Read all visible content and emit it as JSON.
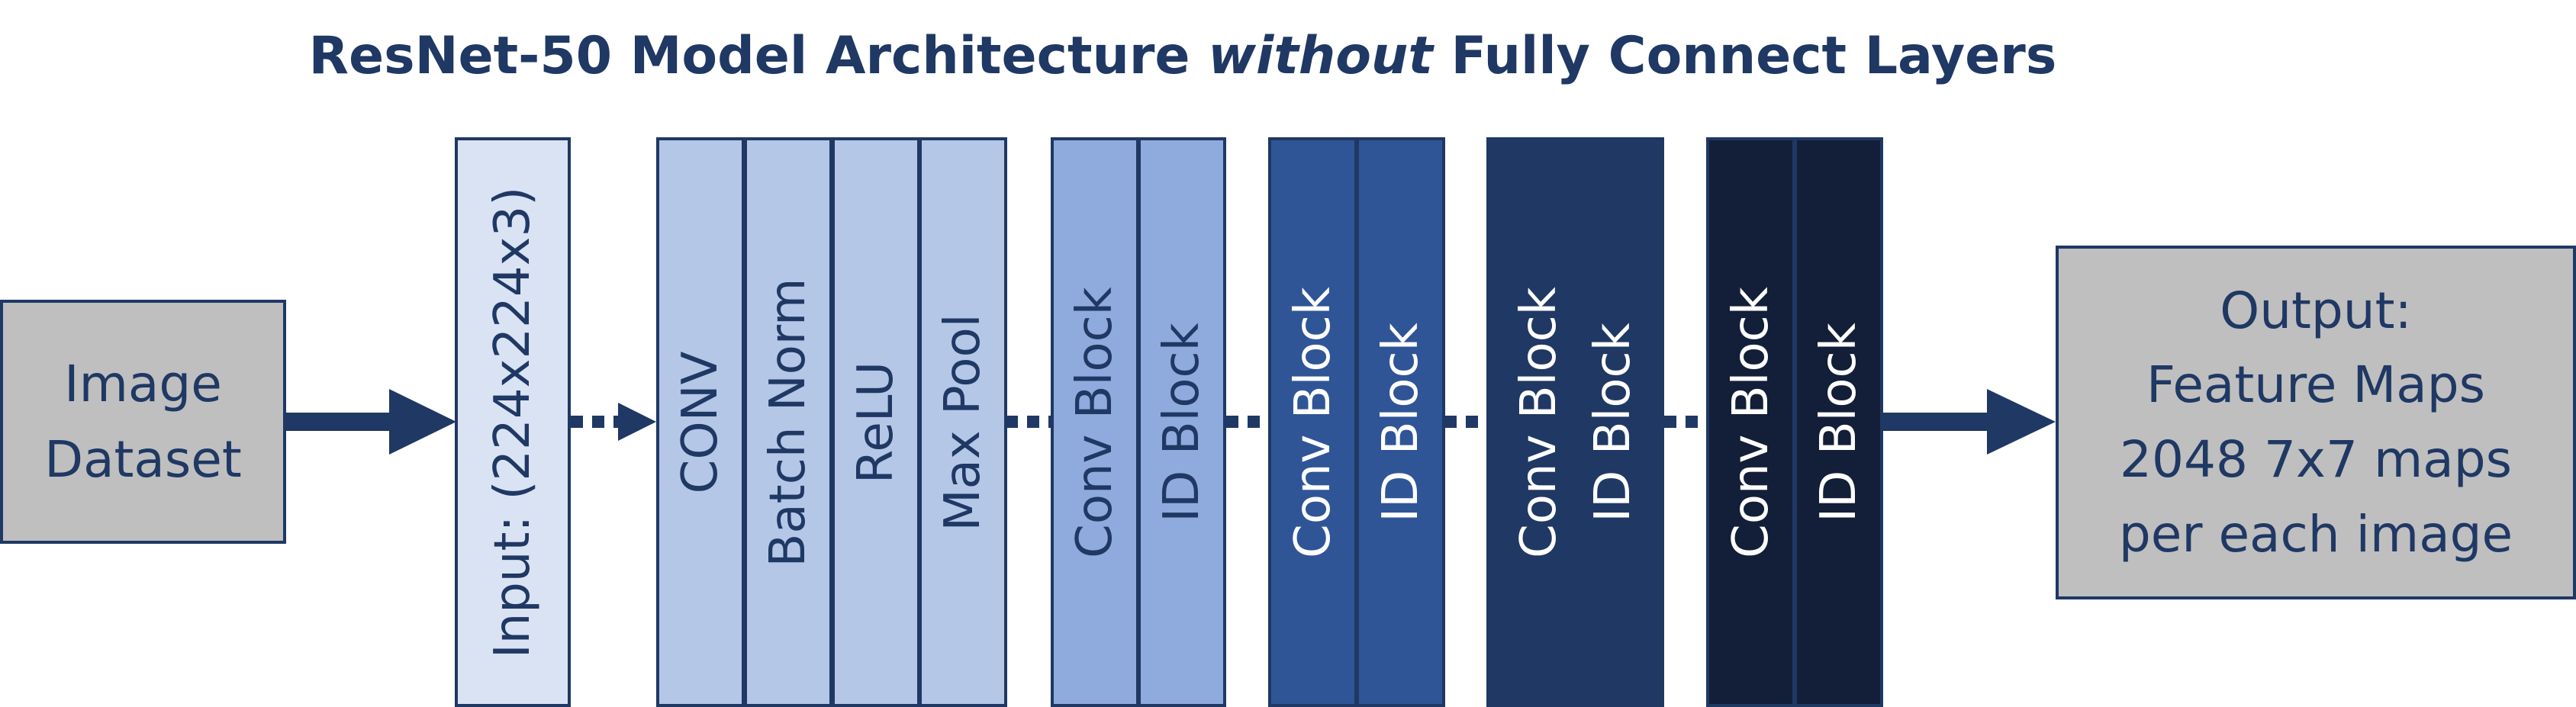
{
  "title": {
    "prefix": "ResNet-50 Model Architecture ",
    "emphasis": "without",
    "suffix": " Fully Connect Layers"
  },
  "colors": {
    "navy": "#1f3864",
    "gray": "#bfbfbf",
    "stage_input": "#dae3f3",
    "stage_1": "#b4c7e7",
    "stage_2": "#8faadc",
    "stage_3": "#2f5597",
    "stage_4": "#203864",
    "stage_5": "#131e38"
  },
  "input_box": {
    "line1": "Image",
    "line2": "Dataset"
  },
  "input_layer": {
    "label": "Input: (224x224x3)"
  },
  "stage1": {
    "conv": "CONV",
    "batch_norm": "Batch Norm",
    "relu": "ReLU",
    "max_pool": "Max Pool"
  },
  "stage2": {
    "conv_block": "Conv Block",
    "id_block": "ID Block"
  },
  "stage3": {
    "conv_block": "Conv Block",
    "id_block": "ID Block"
  },
  "stage4": {
    "conv_block": "Conv Block",
    "id_block": "ID Block"
  },
  "stage5": {
    "conv_block": "Conv Block",
    "id_block": "ID Block"
  },
  "output_box": {
    "line1": "Output:",
    "line2": "Feature Maps",
    "line3": "2048 7x7 maps",
    "line4": "per each image"
  }
}
